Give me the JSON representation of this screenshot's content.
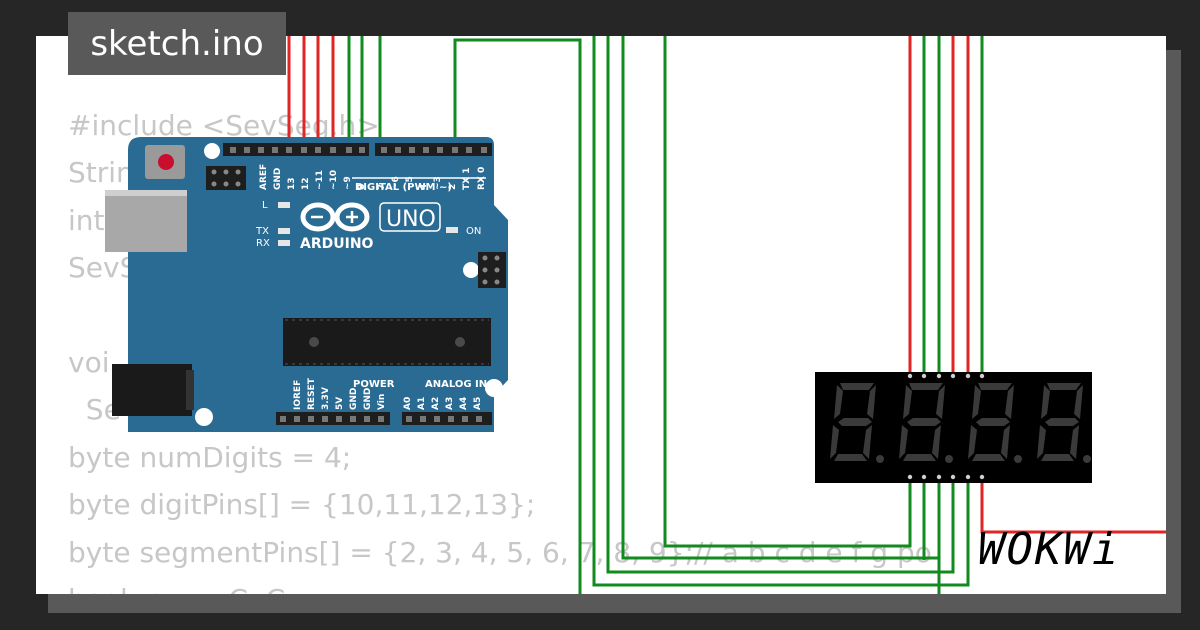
{
  "file_tab": {
    "title": "sketch.ino"
  },
  "code_lines": [
    "#include <SevSeg.h>",
    "Strin",
    "int",
    "SevS",
    "",
    "voi",
    "  Se        e",
    "byte numDigits = 4;",
    "byte digitPins[] = {10,11,12,13};",
    "byte segmentPins[] = {2, 3, 4, 5, 6, 7, 8, 9};// a b c d e f g po",
    "bool  r        C  C"
  ],
  "arduino": {
    "brand": "ARDUINO",
    "model": "UNO",
    "digital_label": "DIGITAL (PWM ~)",
    "power_label": "POWER",
    "analog_label": "ANALOG IN",
    "led_labels": {
      "l": "L",
      "tx": "TX",
      "rx": "RX",
      "on": "ON"
    },
    "top_pins": [
      "AREF",
      "GND",
      "13",
      "12",
      "~11",
      "~10",
      "~9",
      "8",
      "7",
      "~6",
      "~5",
      "4",
      "~3",
      "2",
      "TX 1",
      "RX 0"
    ],
    "bottom_pins": [
      "IOREF",
      "RESET",
      "3.3V",
      "5V",
      "GND",
      "GND",
      "Vin",
      "A0",
      "A1",
      "A2",
      "A3",
      "A4",
      "A5"
    ]
  },
  "display": {
    "digits": 4,
    "segment_color": "#3a3a3a",
    "body_color": "#000000"
  },
  "colors": {
    "wire_green": "#118a1e",
    "wire_red": "#e02525",
    "board_blue": "#2a6b94"
  },
  "logo": {
    "text": "WOKWi"
  }
}
